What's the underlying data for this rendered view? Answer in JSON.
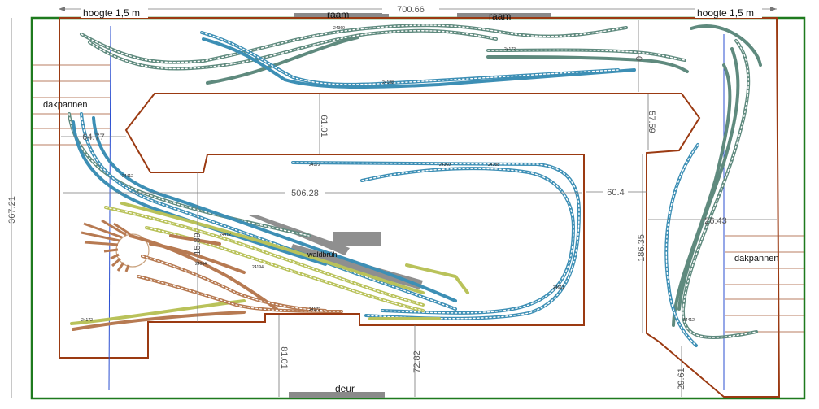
{
  "labels": {
    "height_left": "hoogte 1,5 m",
    "height_right": "hoogte 1,5 m",
    "window_1": "raam",
    "window_2": "raam",
    "door": "deur",
    "roof_tiles_left": "dakpannen",
    "roof_tiles_right": "dakpannen",
    "station": "waldbrühl"
  },
  "dimensions": {
    "room_width": "700.66",
    "room_height": "367.21",
    "top_zero": "0",
    "inner_gap_top": "61.01",
    "right_gap": "57.59",
    "left_depth": "64.77",
    "main_width": "506.28",
    "aisle": "60.4",
    "right_module_height": "186.35",
    "right_module_width": "26.43",
    "bottom_left": "81.01",
    "bottom_mid": "72.82",
    "bottom_right": "29.61",
    "left_height": "15.89"
  },
  "track_codes": [
    "24172",
    "24188",
    "24360",
    "24412",
    "24611",
    "24612",
    "24064",
    "24194",
    "24230",
    "24077"
  ],
  "colors": {
    "wall": "#1e7a1e",
    "board": "#9b3a12",
    "track_blue": "#3d8fb5",
    "track_grey": "#5f8a7e",
    "track_yellow": "#b9c25a",
    "track_brown": "#b77a52",
    "guide": "#2b4fd1"
  }
}
